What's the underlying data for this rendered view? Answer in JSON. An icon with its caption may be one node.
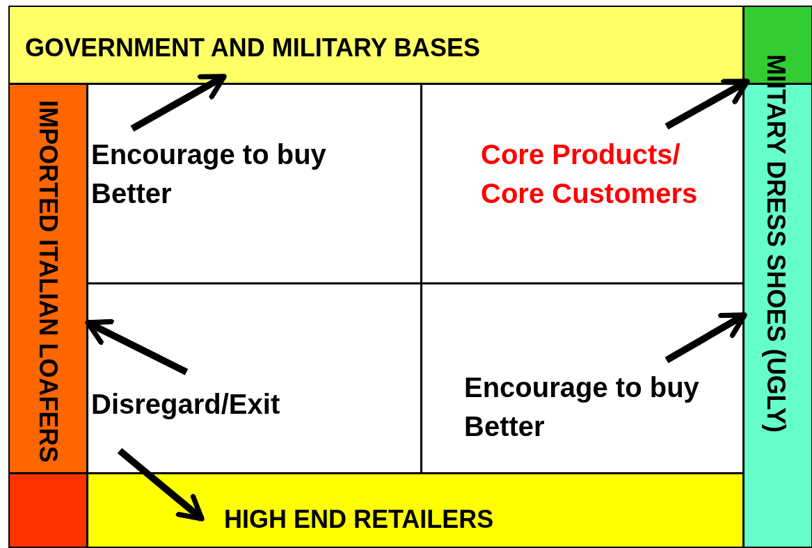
{
  "diagram": {
    "nodes": [
      {
        "text": [
          "GOVERNMENT AND MILITARY BASES"
        ]
      },
      {
        "text": [],
        "shape": "box"
      },
      {
        "text": [
          "IMPORTED ITALIAN LOAFERS"
        ]
      },
      {
        "text": [
          "Encourage to buy Better"
        ]
      },
      {
        "text": [
          "Core Products/ Core Customers"
        ]
      },
      {
        "text": [
          "MIITARY DRESS SHOES (UGLY)"
        ]
      },
      {
        "text": [
          "Disregard/Exit"
        ]
      },
      {
        "text": [
          "Encourage to buy Better"
        ]
      },
      {
        "text": [],
        "shape": "box"
      },
      {
        "text": [
          "HIGH END RETAILERS"
        ]
      }
    ],
    "edges": [
      {
        "from": 3,
        "to": 0,
        "arrow": "to"
      },
      {
        "from": 4,
        "to": 1,
        "arrow": "to"
      },
      {
        "from": 6,
        "to": 2,
        "arrow": "to"
      },
      {
        "from": 7,
        "to": 5,
        "arrow": "to"
      },
      {
        "from": 6,
        "to": 9,
        "arrow": "to"
      }
    ]
  }
}
